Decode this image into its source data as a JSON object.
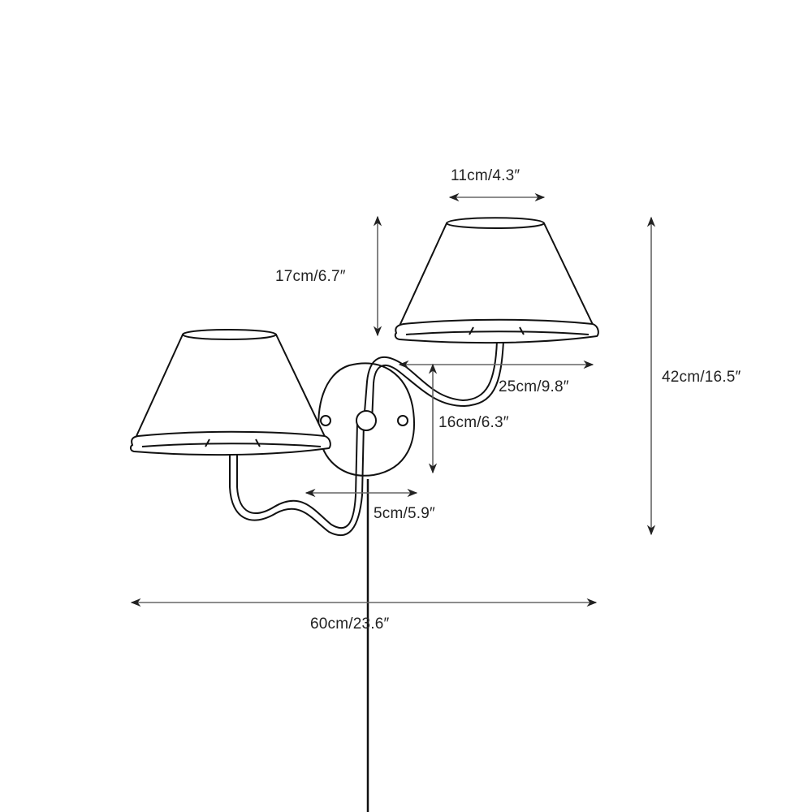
{
  "diagram": {
    "subject": "double-arm wall sconce with two tapered drum shades and plug-in cord",
    "colors": {
      "line": "#111111",
      "dimension": "#666666",
      "text": "#222222",
      "background": "#ffffff"
    },
    "dimensions": {
      "shade_top_width": "11cm/4.3″",
      "shade_height": "17cm/6.7″",
      "arm_reach": "25cm/9.8″",
      "backplate_height": "16cm/6.3″",
      "backplate_width": "5cm/5.9″",
      "overall_width": "60cm/23.6″",
      "overall_height": "42cm/16.5″"
    }
  }
}
